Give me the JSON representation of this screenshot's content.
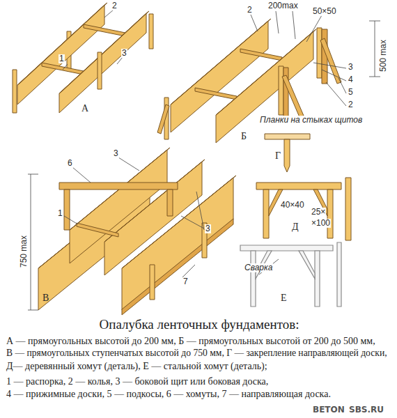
{
  "diagram": {
    "title": "Опалубка ленточных фундаментов:",
    "labels": [
      "1",
      "2",
      "3",
      "А",
      "2",
      "200max",
      "50×50",
      "500 max",
      "3",
      "4",
      "5",
      "2",
      "Б",
      "Планки на стыках щитов",
      "Г",
      "В",
      "6",
      "3",
      "1",
      "3",
      "750 max",
      "7",
      "Д",
      "40×40",
      "25×",
      "×100",
      "Сварка",
      "Е",
      "А — прямоугольных высотой до 200 мм, Б — прямоугольных высотой от 200 до 500 мм,",
      "В — прямоугольных ступенчатых высотой до 750 мм,  Г — закрепление направляющей доски,",
      "Д— деревянный хомут (деталь), Е — стальной хомут (деталь);",
      "1 — распорка, 2 — колья, 3 — боковой щит или боковая доска,",
      "4 — прижимные доски, 5 — подкосы, 6 — хомуты, 7 — направляющая доска.",
      "BETON",
      "SBS.RU"
    ]
  }
}
